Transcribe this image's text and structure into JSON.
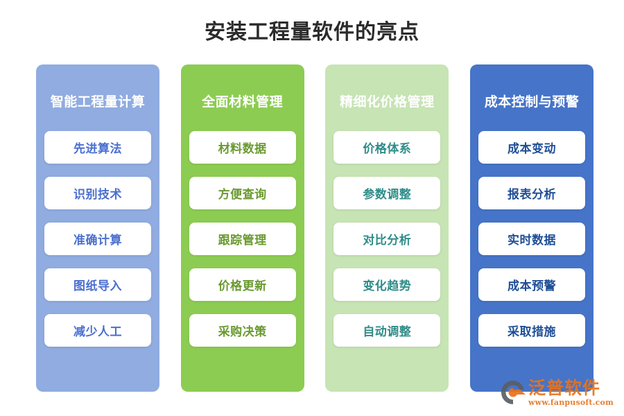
{
  "page": {
    "title": "安装工程量软件的亮点",
    "background": "#ffffff",
    "title_color": "#2b2b2b"
  },
  "columns": [
    {
      "header": "智能工程量计算",
      "bg_color": "#90ACE0",
      "header_color": "#ffffff",
      "card_bg": "#ffffff",
      "card_text_color": "#4A6FD0",
      "items": [
        "先进算法",
        "识别技术",
        "准确计算",
        "图纸导入",
        "减少人工"
      ]
    },
    {
      "header": "全面材料管理",
      "bg_color": "#8DCC52",
      "header_color": "#ffffff",
      "card_bg": "#ffffff",
      "card_text_color": "#6A9A30",
      "items": [
        "材料数据",
        "方便查询",
        "跟踪管理",
        "价格更新",
        "采购决策"
      ]
    },
    {
      "header": "精细化价格管理",
      "bg_color": "#C7E4B4",
      "header_color": "#ffffff",
      "card_bg": "#ffffff",
      "card_text_color": "#2E8C88",
      "items": [
        "价格体系",
        "参数调整",
        "对比分析",
        "变化趋势",
        "自动调整"
      ]
    },
    {
      "header": "成本控制与预警",
      "bg_color": "#4674C8",
      "header_color": "#ffffff",
      "card_bg": "#ffffff",
      "card_text_color": "#1F4E96",
      "items": [
        "成本变动",
        "报表分析",
        "实时数据",
        "成本预警",
        "采取措施"
      ]
    }
  ],
  "watermark": {
    "icon": "fanpu-logo-icon",
    "brand": "泛普软件",
    "url": "www.fanpusoft.com",
    "brand_color": "#e8731c",
    "logo_dark_color": "#5a5f66",
    "logo_accent_color": "#e8731c"
  }
}
